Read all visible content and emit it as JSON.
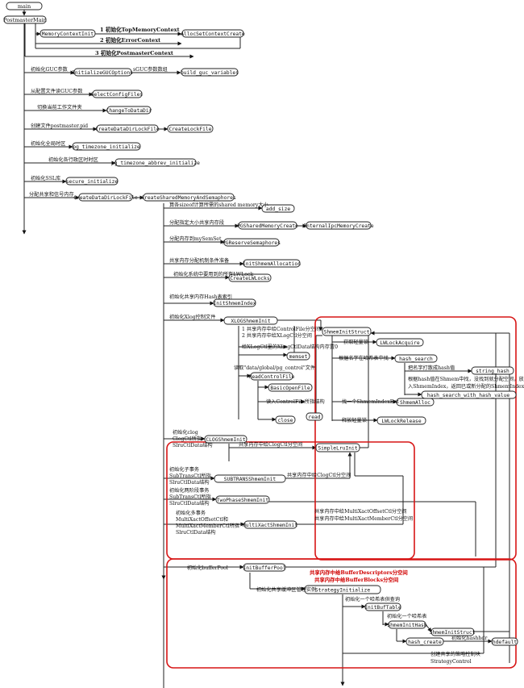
{
  "nodes": {
    "main": "main",
    "postmaster_main": "PostmasterMain",
    "memory_context_init": "MemoryContextInit",
    "alloc_set_context_create": "AllocSetContextCreate",
    "initialize_guc_options": "InitializeGUCOptions",
    "build_guc_variables": "build_guc_variables",
    "select_config_files": "SelectConfigFiles",
    "change_to_data_dir": "ChangeToDataDir",
    "create_data_dir_lock_file": "CreateDataDirLockFile",
    "create_lock_file_1": "CreateLockFile",
    "pg_timezone_initialize": "pg_timezone_initialize",
    "pg_timezone_abbrev_initialize": "pg_timezone_abbrev_initialize",
    "secure_initialize": "secure_initialize",
    "create_data_dir_lock_file_2": "CreateDataDirLockFile",
    "create_shared_memory": "CreateSharedMemoryAndSemaphores",
    "add_size": "add_size",
    "pg_shared_memory_create": "PGSharedMemoryCreate",
    "internal_ipc_memory_create": "InternalIpcMemoryCreate",
    "pg_reserve_semaphores": "PGReserveSemaphores",
    "init_shmem_allocation": "InitShmemAllocation",
    "create_lwlocks": "CreateLWLocks",
    "init_shmem_index": "InitShmemIndex",
    "xlog_shmem_init": "XLOGShmemInit",
    "shmem_init_struct": "ShmemInitStruct",
    "lwlock_acquire": "LWLockAcquire",
    "hash_search": "hash_search",
    "string_hash": "string_hash",
    "hash_search_with_hash_value": "hash_search_with_hash_value",
    "shmem_alloc": "ShmemAlloc",
    "lwlock_release": "LWLockRelease",
    "memset": "memset",
    "read_control_file": "ReadControlFile",
    "basic_open_file": "BasicOpenFile",
    "read": "read",
    "close": "close",
    "clog_shmem_init": "CLOGShmemInit",
    "simple_lru_init": "SimpleLruInit",
    "subtrans_shmem_init": "SUBTRANSShmemInit",
    "two_phase_shmem_init": "TwoPhaseShmemInit",
    "multi_xact_shmem_init": "MultiXactShmemInit",
    "init_buffer_pool": "InitBufferPool",
    "strategy_initialize": "StrategyInitialize",
    "init_buf_table": "InitBufTable",
    "shmem_init_hash": "ShmemInitHash",
    "shmem_init_struct_2": "ShmemInitStruct",
    "hash_create": "hash_create",
    "hdefault": "hdefault"
  },
  "labels": {
    "init_top_memory_context": "1 初始化TopMemoryContext",
    "init_error_context": "2 初始化ErrorContext",
    "init_postmaster_context": "3 初始化PostmasterContext",
    "init_guc_params": "初始化GUC参数",
    "guc_param_array": "sGUC参数数组",
    "read_config_guc": "从配置文件读GUC参数",
    "switch_work_dir": "切换当前工作文件夹",
    "create_pid_file": "创建文件postmaster.pid",
    "init_timezone": "初始化全局时区",
    "init_timezone_abbrev": "初始化各行政区时时区",
    "init_ssl": "初始化SSL库",
    "alloc_shared_memory_semaphores": "分配共享和信号内存",
    "compute_shared_memory_size": "算各sizeof计算所需的shared memory大小",
    "alloc_shared_memory_segment": "分配指定大小共享内存段",
    "alloc_memory_sysv_semset": "分配内存到mySemSet",
    "shmem_alloc_prep": "共享内存分配机制条件准备",
    "init_lwlocks": "初始化系统中要用到的所有LWLock",
    "init_shmem_hash_index": "初始化共享内存Hash表索引",
    "init_xlog_files": "初始化Xlog控制文件",
    "xlog_control_file_alloc": "1 共享内存中给ControlFile分空间",
    "xlog_ctl_alloc": "2 共享内存中给XLogCtl分空间",
    "get_lightweight_lock": "获取轻量锁",
    "search_shmem_index_hash": "根据名字在哈希表中找",
    "hash_key_by_name": "把名字打散成hash值",
    "hash_not_found_alloc_1": "根据hash值在Shmem中找，没找到就分配空间，放",
    "hash_not_found_alloc_2": "入ShmemIndex，返回已或新分配的ShmemIndexEnt",
    "find_entry_in_shmem_index": "找一个ShmemIndexEnt",
    "release_lightweight_lock": "释放轻量锁",
    "clear_xlog_ctl_data": "给XLogCtl里的XLogCtlData结构内存置0",
    "read_pg_control_file": "读取\"data/global/pg_control\"文件",
    "read_control_file_struct": "读入ControlFile所指结构",
    "init_clog_1": "初始化clog",
    "init_clog_2": "ClogCtl所指",
    "init_clog_3": "SlruCtlData结构",
    "clog_ctl_alloc": "共享内存中给ClogCtl分空间",
    "init_subtrans_1": "初始化子事务",
    "init_subtrans_2": "SubTransCtl所指",
    "init_subtrans_3": "SlruCtlData结构",
    "subtrans_ctl_alloc": "共享内存中给ClogCtl分空间",
    "init_two_phase": "初始化两阶段事务",
    "init_subtrans_4": "SubTransCtl所指",
    "init_subtrans_5": "SlruCtlData结构",
    "init_multixact_1": "初始化多事务",
    "init_multixact_2": "MultiXactOffsetCtl和",
    "init_multixact_3": "MultiXactMemberCtl所指",
    "init_multixact_4": "SlruCtlData结构",
    "multixact_offset_alloc": "共享内存中给MultiXactOffsetCtl分空间",
    "multixact_member_alloc": "共享内存中给MultiXactMemberCtl分空间",
    "init_buffer_pool_label": "初始化bufferPool",
    "buffer_descriptors_alloc": "共享内存中给BufferDescriptors分空间",
    "buffer_blocks_alloc": "共享内存中给BufferBlocks分空间",
    "init_shared_buffer_control": "初始化共享缓冲区管理实例",
    "init_hash_table": "初始化一个哈希表供查询",
    "init_hash_table_2": "初始化一个哈希表",
    "init_hashhdr": "初始化hashhdr",
    "create_strategy_control_1": "创建共享的策略控制块",
    "create_strategy_control_2": "StrategyControl"
  },
  "colors": {
    "line": "#222222",
    "highlight_box": "#d71515",
    "highlight_text": "#d00000"
  }
}
